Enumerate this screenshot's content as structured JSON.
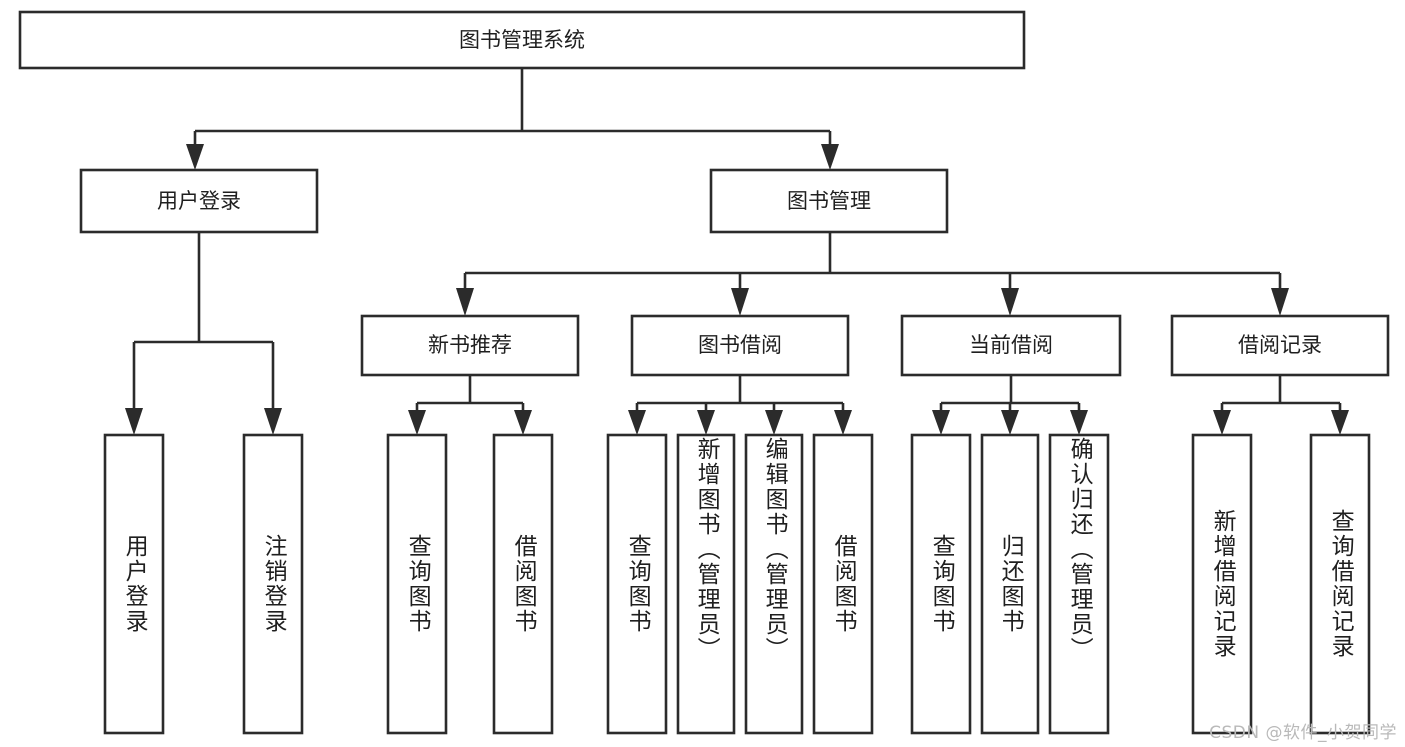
{
  "diagram": {
    "title": "图书管理系统",
    "type": "hierarchy-tree",
    "watermark": "CSDN @软件_小贺同学",
    "colors": {
      "stroke": "#2b2b2b",
      "fill": "#ffffff",
      "text": "#1f1f1f",
      "watermark": "#b9b9b9"
    },
    "nodes": {
      "root": {
        "label": "图书管理系统",
        "orientation": "horizontal"
      },
      "level2": [
        {
          "id": "user-login",
          "label": "用户登录",
          "orientation": "horizontal"
        },
        {
          "id": "book-manage",
          "label": "图书管理",
          "orientation": "horizontal"
        }
      ],
      "level3": [
        {
          "id": "new-book-recommend",
          "label": "新书推荐",
          "orientation": "horizontal"
        },
        {
          "id": "book-borrow",
          "label": "图书借阅",
          "orientation": "horizontal"
        },
        {
          "id": "current-borrow",
          "label": "当前借阅",
          "orientation": "horizontal"
        },
        {
          "id": "borrow-record",
          "label": "借阅记录",
          "orientation": "horizontal"
        }
      ],
      "leaves": [
        {
          "id": "leaf-user-login",
          "parent": "user-login",
          "label": "用户登录",
          "orientation": "vertical"
        },
        {
          "id": "leaf-logout-login",
          "parent": "user-login",
          "label": "注销登录",
          "orientation": "vertical"
        },
        {
          "id": "leaf-query-book-1",
          "parent": "new-book-recommend",
          "label": "查询图书",
          "orientation": "vertical"
        },
        {
          "id": "leaf-borrow-book-1",
          "parent": "new-book-recommend",
          "label": "借阅图书",
          "orientation": "vertical"
        },
        {
          "id": "leaf-query-book-2",
          "parent": "book-borrow",
          "label": "查询图书",
          "orientation": "vertical"
        },
        {
          "id": "leaf-add-book",
          "parent": "book-borrow",
          "label": "新增图书（管理员）",
          "orientation": "vertical"
        },
        {
          "id": "leaf-edit-book",
          "parent": "book-borrow",
          "label": "编辑图书（管理员）",
          "orientation": "vertical"
        },
        {
          "id": "leaf-borrow-book-2",
          "parent": "book-borrow",
          "label": "借阅图书",
          "orientation": "vertical"
        },
        {
          "id": "leaf-query-book-3",
          "parent": "current-borrow",
          "label": "查询图书",
          "orientation": "vertical"
        },
        {
          "id": "leaf-return-book",
          "parent": "current-borrow",
          "label": "归还图书",
          "orientation": "vertical"
        },
        {
          "id": "leaf-confirm-return",
          "parent": "current-borrow",
          "label": "确认归还（管理员）",
          "orientation": "vertical"
        },
        {
          "id": "leaf-add-record",
          "parent": "borrow-record",
          "label": "新增借阅记录",
          "orientation": "vertical"
        },
        {
          "id": "leaf-query-record",
          "parent": "borrow-record",
          "label": "查询借阅记录",
          "orientation": "vertical"
        }
      ]
    }
  }
}
